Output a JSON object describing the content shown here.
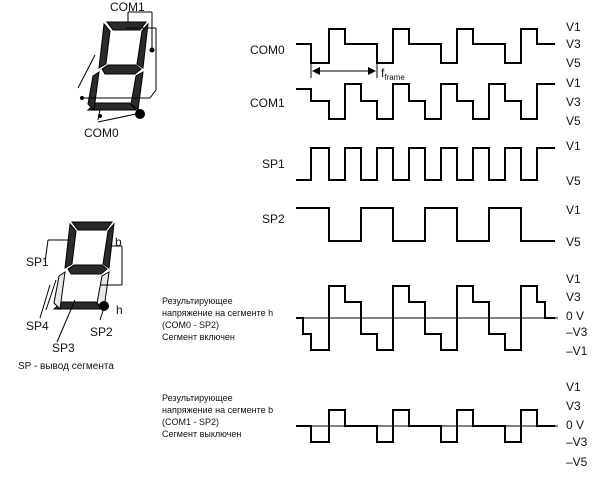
{
  "top_display": {
    "com1_label": "COM1",
    "com0_label": "COM0"
  },
  "bottom_display": {
    "sp1_label": "SP1",
    "sp2_label": "SP2",
    "sp3_label": "SP3",
    "sp4_label": "SP4",
    "b_label": "b",
    "h_label": "h",
    "caption": "SP - вывод сегмента"
  },
  "waveforms": {
    "com0": "COM0",
    "com1": "COM1",
    "sp1": "SP1",
    "sp2": "SP2",
    "frame_label": "f",
    "frame_sub": "frame"
  },
  "levels": {
    "v1": "V1",
    "v3": "V3",
    "v5": "V5",
    "zero": "0 V",
    "neg_v3": "–V3",
    "neg_v1": "–V1",
    "neg_v5": "–V5"
  },
  "result_h": {
    "line1": "Результирующее",
    "line2": "напряжение на сегменте h",
    "line3": "(COM0 - SP2)",
    "line4": "Сегмент включен"
  },
  "result_b": {
    "line1": "Результирующее",
    "line2": "напряжение на сегменте b",
    "line3": "(COM1 - SP2)",
    "line4": "Сегмент выключен"
  }
}
